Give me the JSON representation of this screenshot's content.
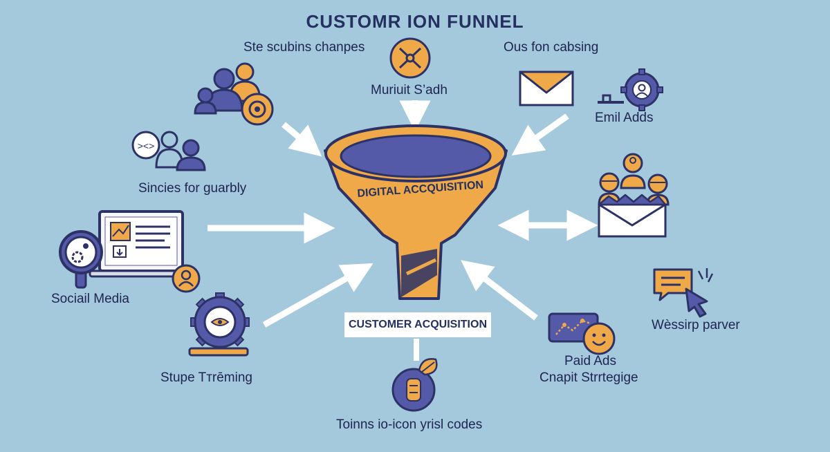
{
  "title": "CUSTOMR ION FUNNEL",
  "funnel_label": "DIGITAL ACCQUISITION",
  "bottom_box": "CUSTOMER ACQUISITION",
  "labels": {
    "top_left": "Ste scubins chanpes",
    "top_center": "Muriuit S’adh",
    "top_right": "Ous fon cabsing",
    "email_ads": "Emil Adds",
    "left_upper": "Sincies for guarbly",
    "social_media": "Sociail Media",
    "left_lower": "Stupe Tтrēming",
    "bottom_center": "Toinns io-icon yrisl codes",
    "paid_ads": "Paid Ads",
    "paid_ads_sub": "Cnapit Strrtegige",
    "right_lower": "Wèssirp parver"
  },
  "colors": {
    "background": "#a4c8dc",
    "navy": "#2c3166",
    "indigo": "#545aa8",
    "orange": "#efa949",
    "white": "#ffffff"
  },
  "icons": [
    "people-group-icon",
    "compass-icon",
    "envelope-icon",
    "email-user-icon",
    "chat-users-icon",
    "team-icon",
    "open-envelope-icon",
    "laptop-chart-icon",
    "magnifier-gear-icon",
    "user-badge-icon",
    "gear-eye-icon",
    "coin-icon",
    "leaf-icon",
    "chart-card-icon",
    "smiley-badge-icon",
    "chat-bubble-icon",
    "cursor-icon"
  ]
}
